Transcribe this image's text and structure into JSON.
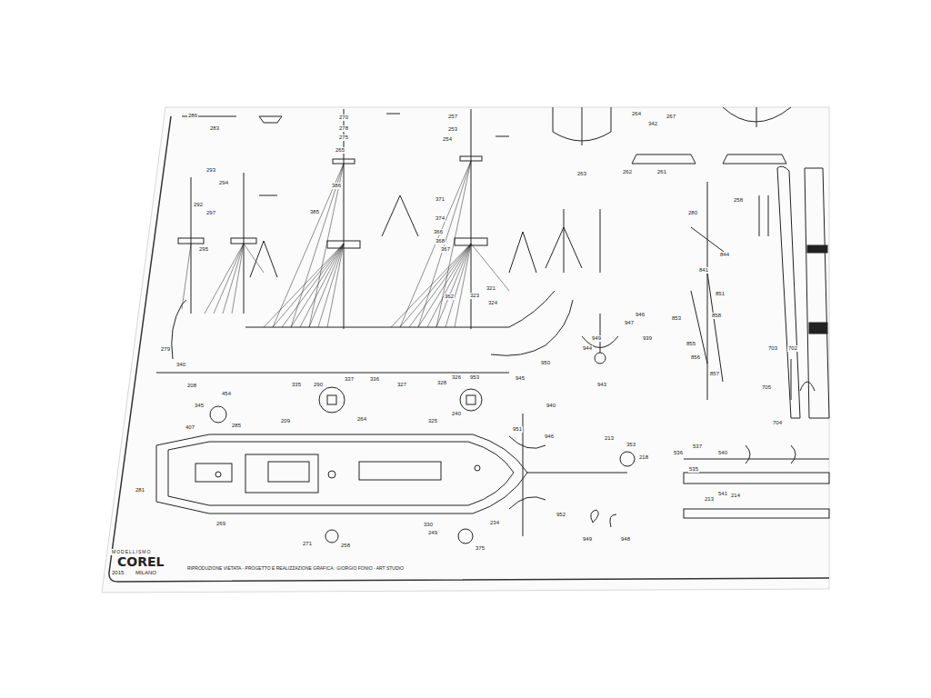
{
  "diagram": {
    "labels": [
      "MODELLISMO",
      "COREL",
      "2015",
      "MILANO",
      "RIPRODUZIONE VIETATA - PROGETTO E REALIZZAZIONE GRAFICA : GIORGIO FONIO - ART STUDIO",
      "286",
      "283",
      "270",
      "278",
      "275",
      "257",
      "253",
      "254",
      "264",
      "342",
      "267",
      "263",
      "262",
      "261",
      "293",
      "294",
      "292",
      "297",
      "295",
      "265",
      "386",
      "385",
      "371",
      "374",
      "366",
      "368",
      "367",
      "362",
      "323",
      "321",
      "324",
      "337",
      "336",
      "335",
      "327",
      "328",
      "326",
      "953",
      "945",
      "950",
      "943",
      "944",
      "939",
      "946",
      "947",
      "949",
      "208",
      "340",
      "279",
      "209",
      "290",
      "264",
      "325",
      "240",
      "345",
      "454",
      "285",
      "407",
      "281",
      "269",
      "271",
      "258",
      "330",
      "249",
      "375",
      "234",
      "213",
      "353",
      "218",
      "952",
      "949",
      "948",
      "536",
      "537",
      "540",
      "535",
      "213",
      "541",
      "214",
      "258",
      "280",
      "702",
      "703",
      "704",
      "705",
      "855",
      "856",
      "857",
      "858",
      "841",
      "853",
      "844",
      "851",
      "940",
      "951",
      "946"
    ]
  }
}
